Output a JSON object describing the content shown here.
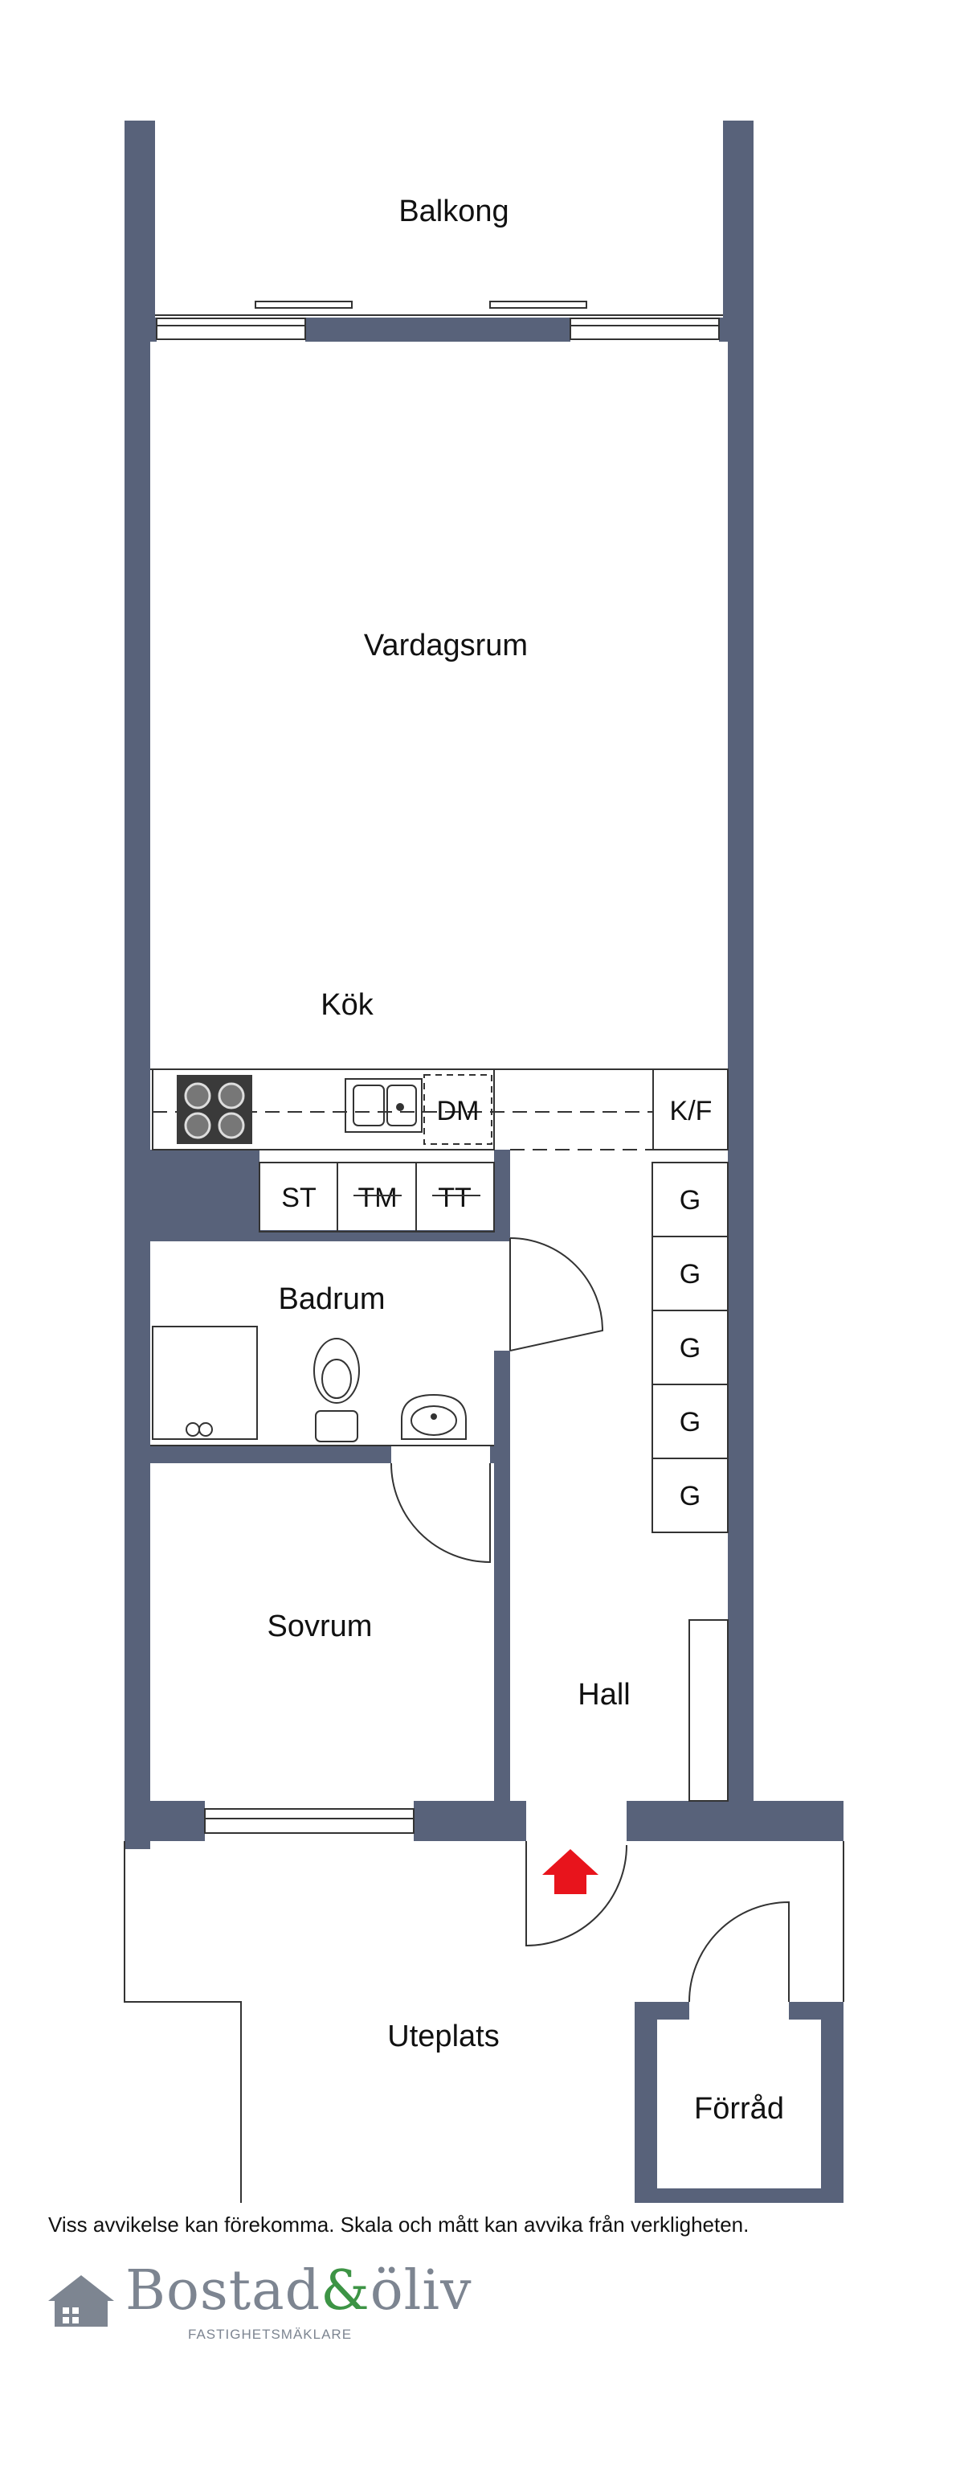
{
  "rooms": {
    "balkong": "Balkong",
    "vardagsrum": "Vardagsrum",
    "kok": "Kök",
    "badrum": "Badrum",
    "sovrum": "Sovrum",
    "hall": "Hall",
    "uteplats": "Uteplats",
    "forrad": "Förråd"
  },
  "fixtures": {
    "dm": "DM",
    "kf": "K/F",
    "st": "ST",
    "tm": "TM",
    "tt": "TT",
    "garderob": [
      "G",
      "G",
      "G",
      "G",
      "G"
    ]
  },
  "disclaimer": "Viss avvikelse kan förekomma. Skala och mått kan avvika från verkligheten.",
  "logo": {
    "word_part1": "Bostad",
    "word_amp": "&",
    "word_part2": "öliv",
    "tagline": "FASTIGHETSMÄKLARE"
  },
  "colors": {
    "wall": "#58627a",
    "line": "#333333",
    "entrance_arrow": "#e8141c",
    "logo_gray": "#7d8591",
    "logo_green": "#3d9445"
  }
}
